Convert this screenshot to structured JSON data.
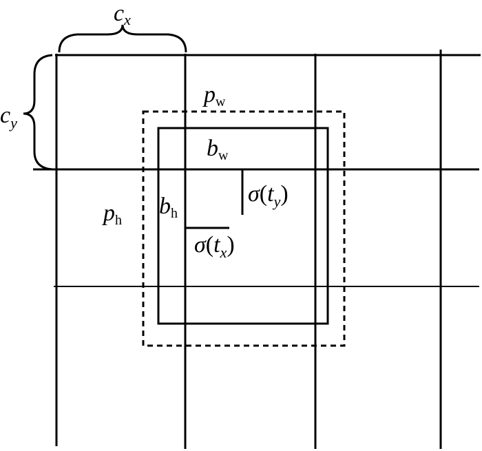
{
  "labels": {
    "cx": {
      "base": "c",
      "sub": "x"
    },
    "cy": {
      "base": "c",
      "sub": "y"
    },
    "pw": {
      "base": "p",
      "sub": "w"
    },
    "ph": {
      "base": "p",
      "sub": "h"
    },
    "bw": {
      "base": "b",
      "sub": "w"
    },
    "bh": {
      "base": "b",
      "sub": "h"
    },
    "sigma_ty": {
      "func": "σ",
      "open": "(",
      "base": "t",
      "sub": "y",
      "close": ")"
    },
    "sigma_tx": {
      "func": "σ",
      "open": "(",
      "base": "t",
      "sub": "x",
      "close": ")"
    }
  }
}
